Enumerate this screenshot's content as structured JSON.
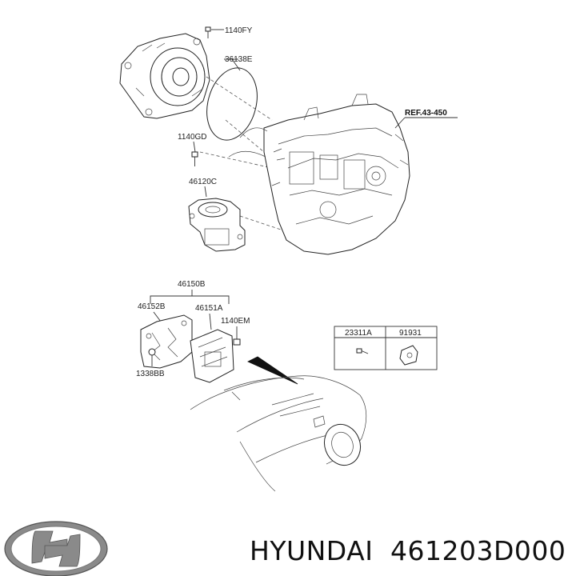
{
  "callouts": {
    "bolt_top": "1140FY",
    "gasket": "36138E",
    "bolt_mid": "1140GD",
    "sensor": "46120C",
    "ref": "REF.43-450",
    "module_group": "46150B",
    "bracket": "46152B",
    "module": "46151A",
    "bolt_module": "1140EM",
    "nut": "1338BB"
  },
  "table": {
    "headers": [
      "23311A",
      "91931"
    ]
  },
  "footer": {
    "brand": "HYUNDAI",
    "part_number": "461203D000"
  },
  "icons": [
    "hyundai-logo-icon"
  ]
}
